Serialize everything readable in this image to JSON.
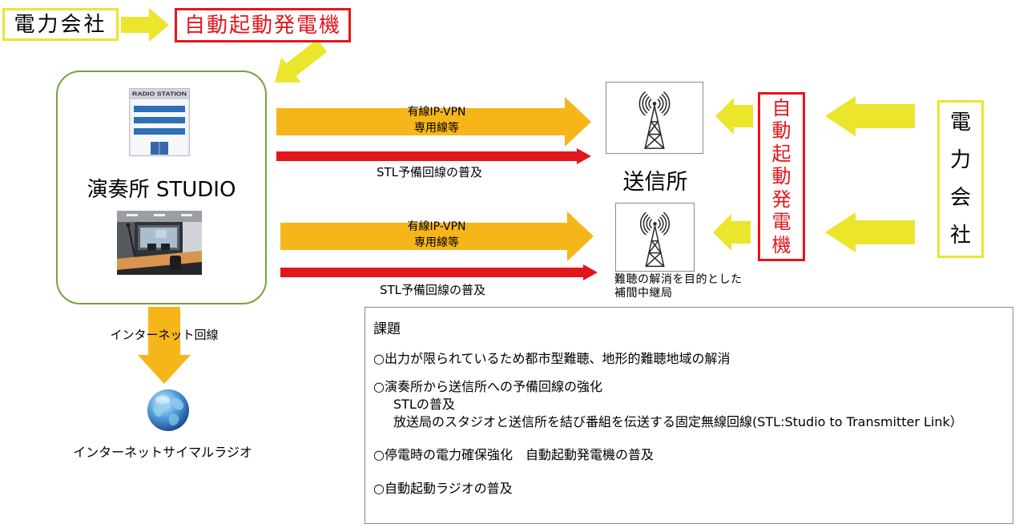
{
  "diagram": {
    "power_company_top": "電力会社",
    "generator_top": "自動起動発電機",
    "studio": {
      "sign": "RADIO STATION",
      "label": "演奏所 STUDIO"
    },
    "links": [
      {
        "line1": "有線IP-VPN",
        "line2": "専用線等",
        "backup": "STL予備回線の普及"
      },
      {
        "line1": "有線IP-VPN",
        "line2": "専用線等",
        "backup": "STL予備回線の普及"
      }
    ],
    "transmitter_label": "送信所",
    "relay_label": [
      "難聴の解消を目的とした",
      "補間中継局"
    ],
    "generator_right": "自動起動発電機",
    "power_company_right": "電力会社",
    "internet_line": "インターネット回線",
    "internet_radio": "インターネットサイマルラジオ"
  },
  "issues": {
    "title": "課題",
    "items": [
      {
        "text": "○出力が限られているため都市型難聴、地形的難聴地域の解消"
      },
      {
        "text": "○演奏所から送信所への予備回線の強化",
        "sub": [
          "STLの普及",
          "放送局のスタジオと送信所を結び番組を伝送する固定無線回線(STL:Studio to Transmitter Link）"
        ]
      },
      {
        "text": "○停電時の電力確保強化　自動起動発電機の普及"
      },
      {
        "text": "○自動起動ラジオの普及"
      }
    ]
  },
  "colors": {
    "power_yellow": "#ebe52c",
    "line_orange": "#f6b519",
    "alert_red": "#e3161b",
    "studio_green": "#77a13e",
    "frame_gray": "#8a8a8a"
  },
  "icons": [
    "radio-station-building-icon",
    "studio-photo",
    "transmitter-tower-icon",
    "relay-tower-icon",
    "globe-icon"
  ]
}
